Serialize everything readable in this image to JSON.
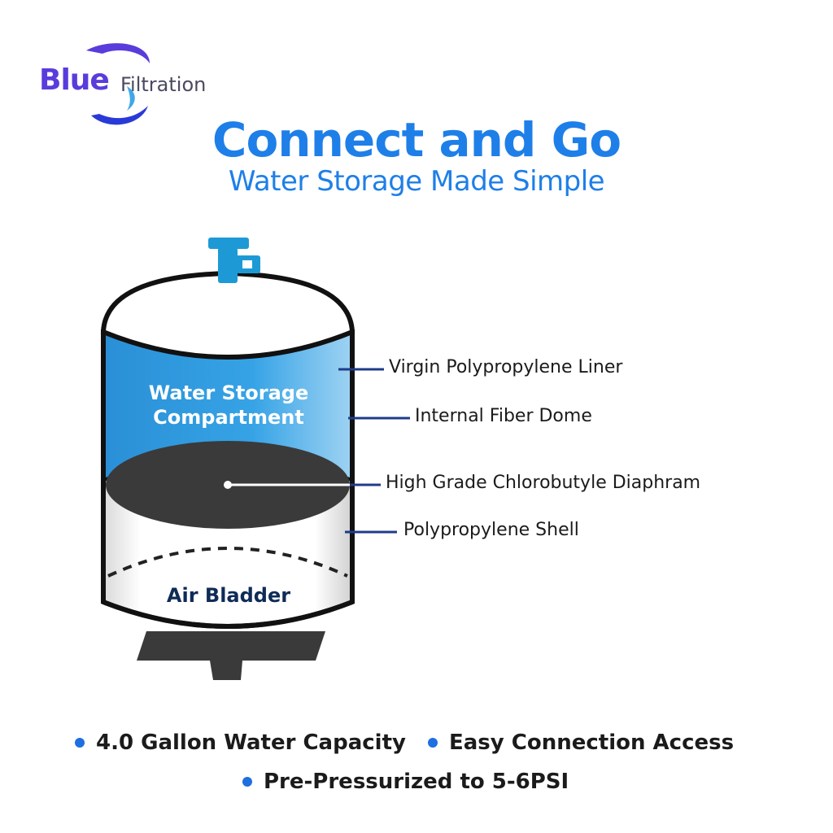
{
  "brand": {
    "logo_primary": "Blue",
    "logo_secondary": "Filtration",
    "logo_color": "#5a3cdc"
  },
  "header": {
    "title": "Connect and Go",
    "subtitle": "Water Storage Made Simple",
    "accent_color": "#1e7fe8"
  },
  "diagram": {
    "compartment_label": "Water Storage\nCompartment",
    "bladder_label": "Air Bladder",
    "callouts": [
      {
        "label": "Virgin Polypropylene Liner"
      },
      {
        "label": "Internal Fiber Dome"
      },
      {
        "label": "High Grade Chlorobutyle Diaphram"
      },
      {
        "label": "Polypropylene Shell"
      }
    ],
    "colors": {
      "water": "#2d9be0",
      "diaphragm": "#3a3a3a",
      "base": "#3a3a3a",
      "valve": "#1d9ad6",
      "callout_line": "#1f3c8a"
    }
  },
  "features": {
    "items": [
      {
        "label": "4.0 Gallon Water Capacity"
      },
      {
        "label": "Easy Connection Access"
      },
      {
        "label": "Pre-Pressurized to 5-6PSI"
      }
    ],
    "bullet_color": "#1e6fe0"
  }
}
